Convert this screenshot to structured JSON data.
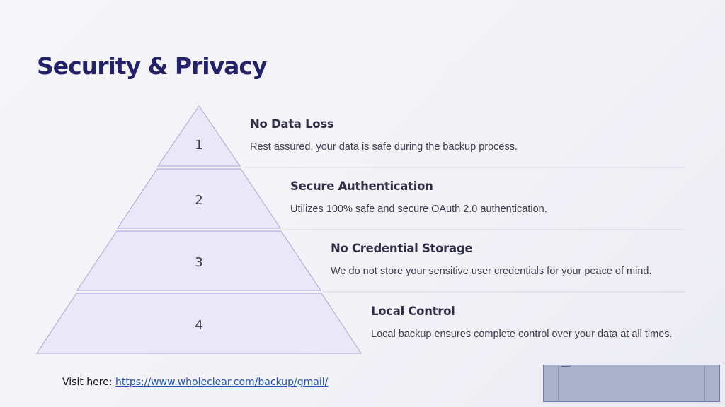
{
  "slide": {
    "title": "Security & Privacy"
  },
  "colors": {
    "title": "#24216b",
    "tier_fill": "#e9e7f8",
    "tier_stroke": "#a7a4cf",
    "divider": "#d6d6e3",
    "link": "#1f55b4"
  },
  "tiers": [
    {
      "number": "1",
      "heading": "No Data Loss",
      "description": "Rest assured, your data is safe during the backup process."
    },
    {
      "number": "2",
      "heading": "Secure Authentication",
      "description": "Utilizes 100% safe and secure OAuth 2.0 authentication."
    },
    {
      "number": "3",
      "heading": "No Credential Storage",
      "description": "We do not store your sensitive user credentials for your peace of mind."
    },
    {
      "number": "4",
      "heading": "Local Control",
      "description": "Local backup ensures complete control over your data at all times."
    }
  ],
  "footer": {
    "label": "Visit here: ",
    "link_text": "https://www.wholeclear.com/backup/gmail/"
  }
}
